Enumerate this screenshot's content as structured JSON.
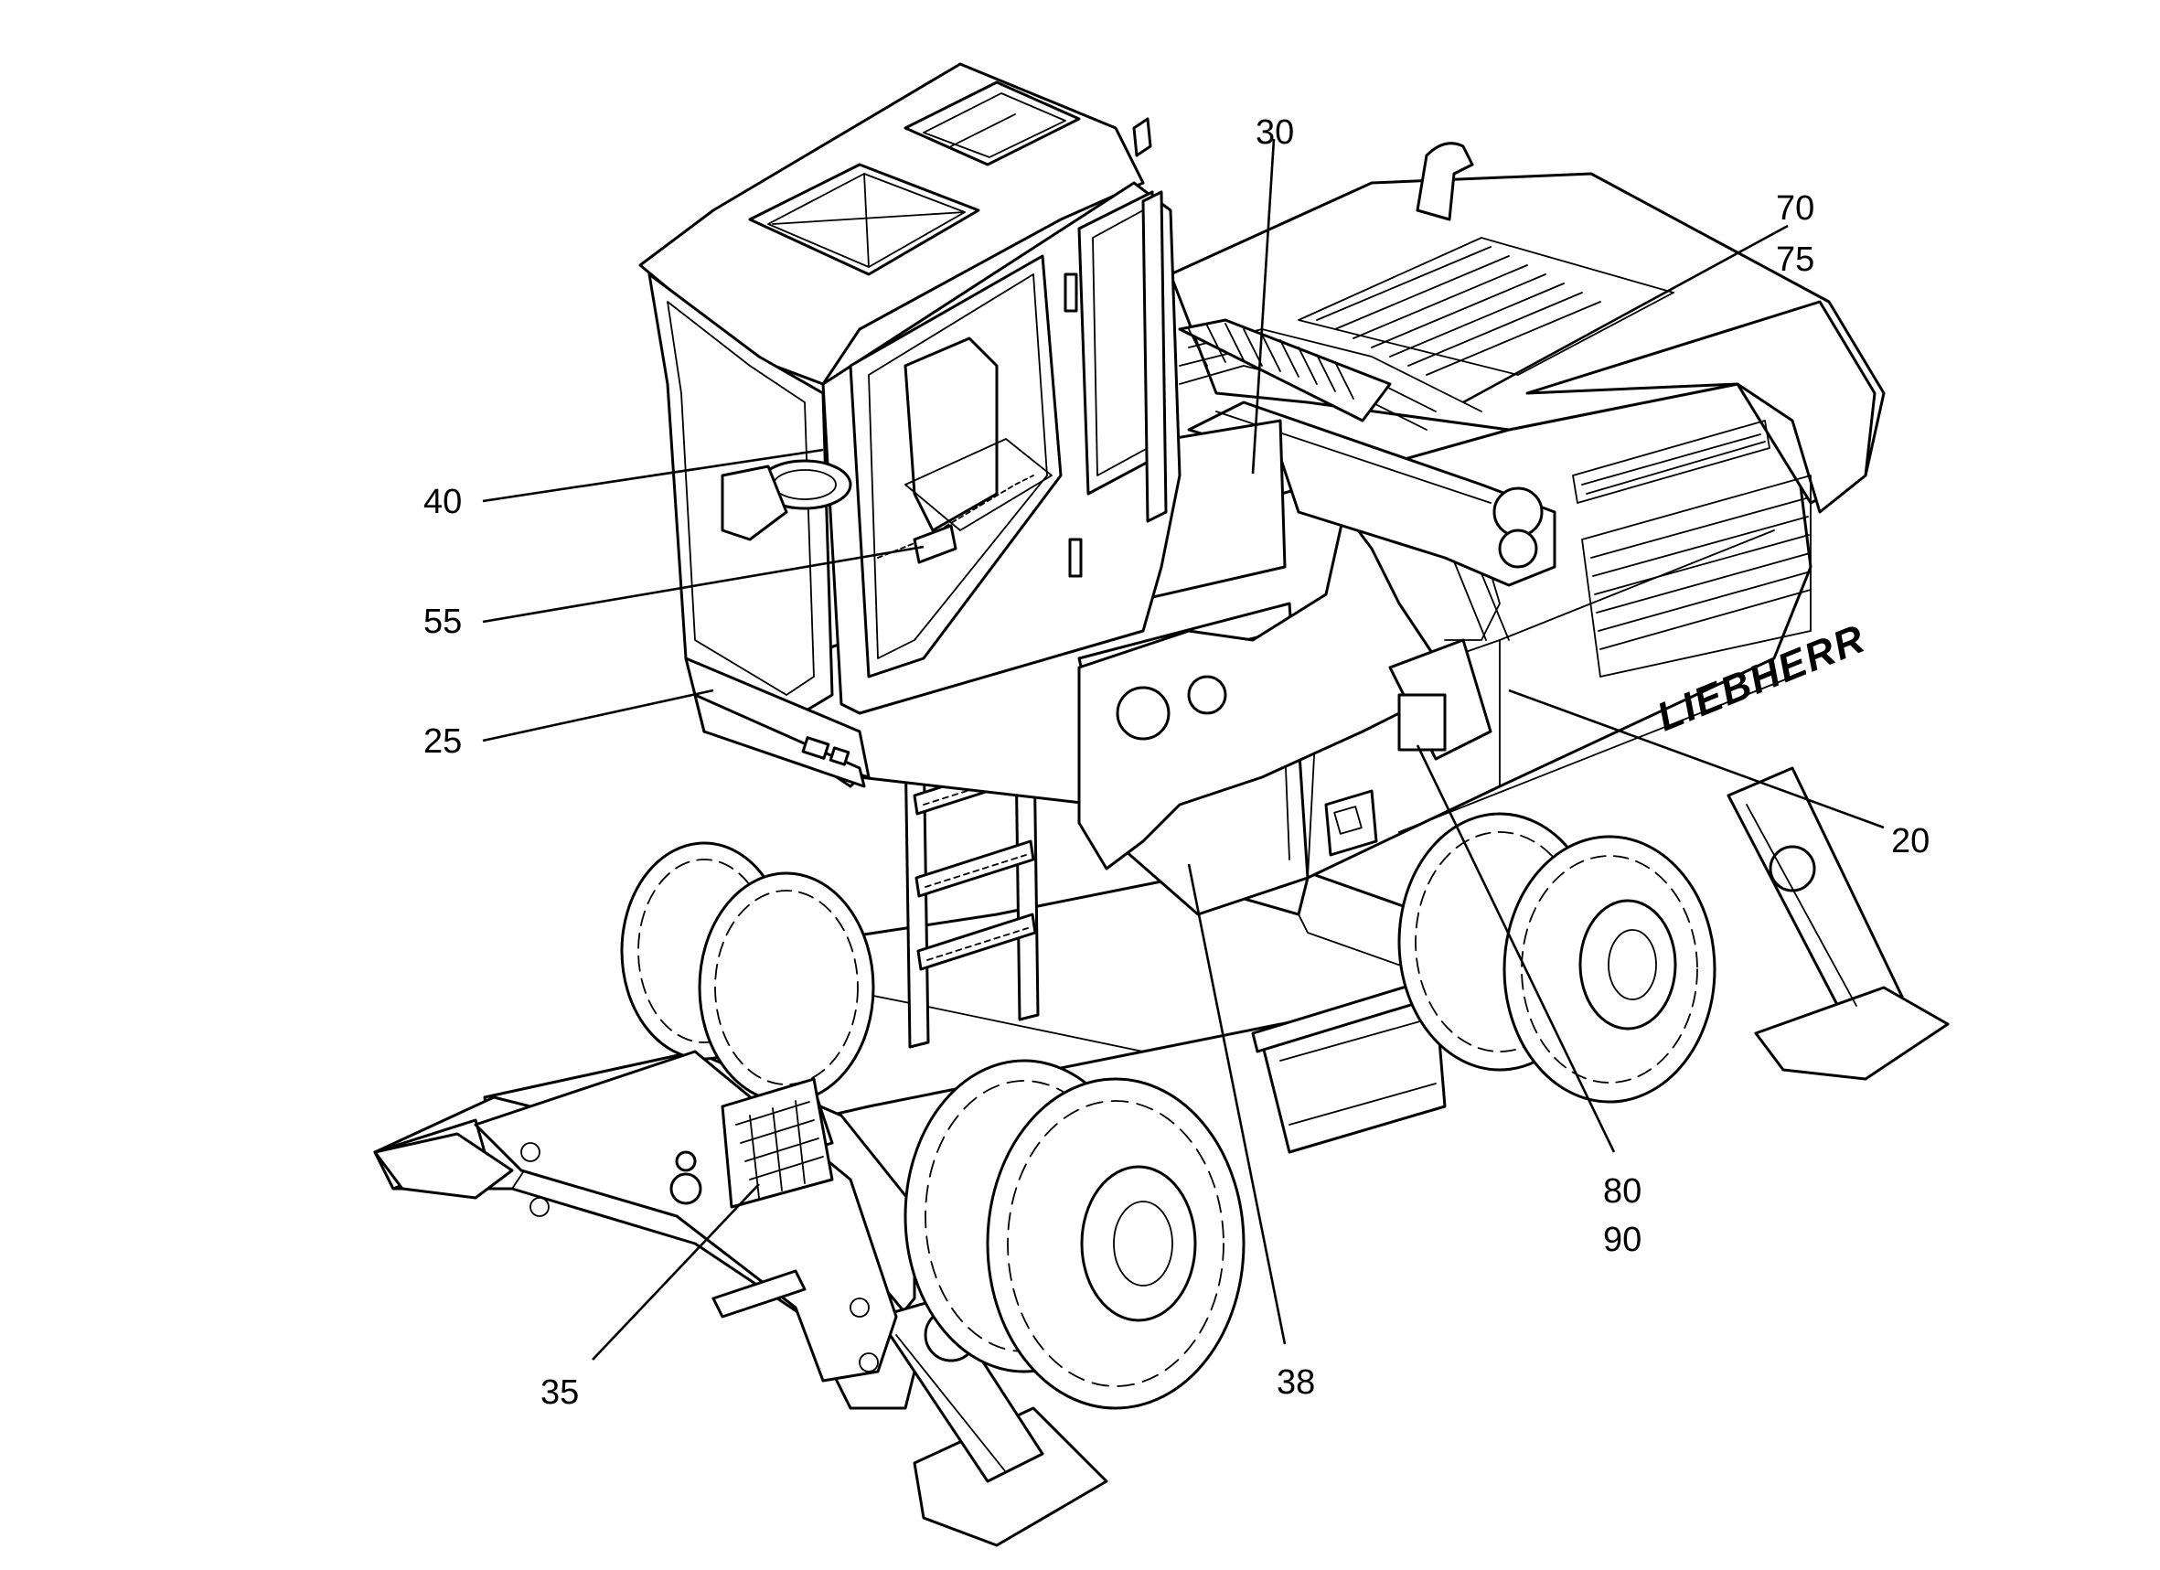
{
  "diagram": {
    "brand_text": "LIEBHERR",
    "callouts": [
      {
        "id": "c30",
        "lines": [
          "30"
        ]
      },
      {
        "id": "c70",
        "lines": [
          "70",
          "75"
        ]
      },
      {
        "id": "c40",
        "lines": [
          "40"
        ]
      },
      {
        "id": "c55",
        "lines": [
          "55"
        ]
      },
      {
        "id": "c25",
        "lines": [
          "25"
        ]
      },
      {
        "id": "c20",
        "lines": [
          "20"
        ]
      },
      {
        "id": "c80",
        "lines": [
          "80",
          "90"
        ]
      },
      {
        "id": "c38",
        "lines": [
          "38"
        ]
      },
      {
        "id": "c35",
        "lines": [
          "35"
        ]
      }
    ]
  }
}
